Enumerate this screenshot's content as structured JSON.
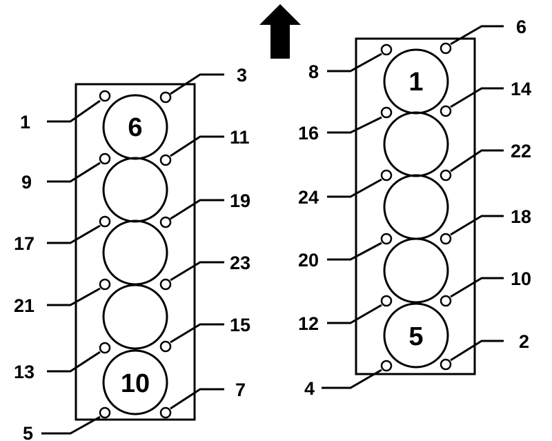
{
  "colors": {
    "ink": "#000000",
    "paper": "#ffffff"
  },
  "icons": {
    "front_arrow": "arrow-up-icon"
  },
  "left_bank": {
    "cylinders": [
      "6",
      "",
      "",
      "",
      "10"
    ],
    "bolts": [
      "1",
      "3",
      "9",
      "11",
      "17",
      "19",
      "21",
      "23",
      "13",
      "15",
      "5",
      "7"
    ]
  },
  "right_bank": {
    "cylinders": [
      "1",
      "",
      "",
      "",
      "5"
    ],
    "bolts": [
      "8",
      "6",
      "16",
      "14",
      "24",
      "22",
      "20",
      "18",
      "12",
      "10",
      "4",
      "2"
    ]
  }
}
